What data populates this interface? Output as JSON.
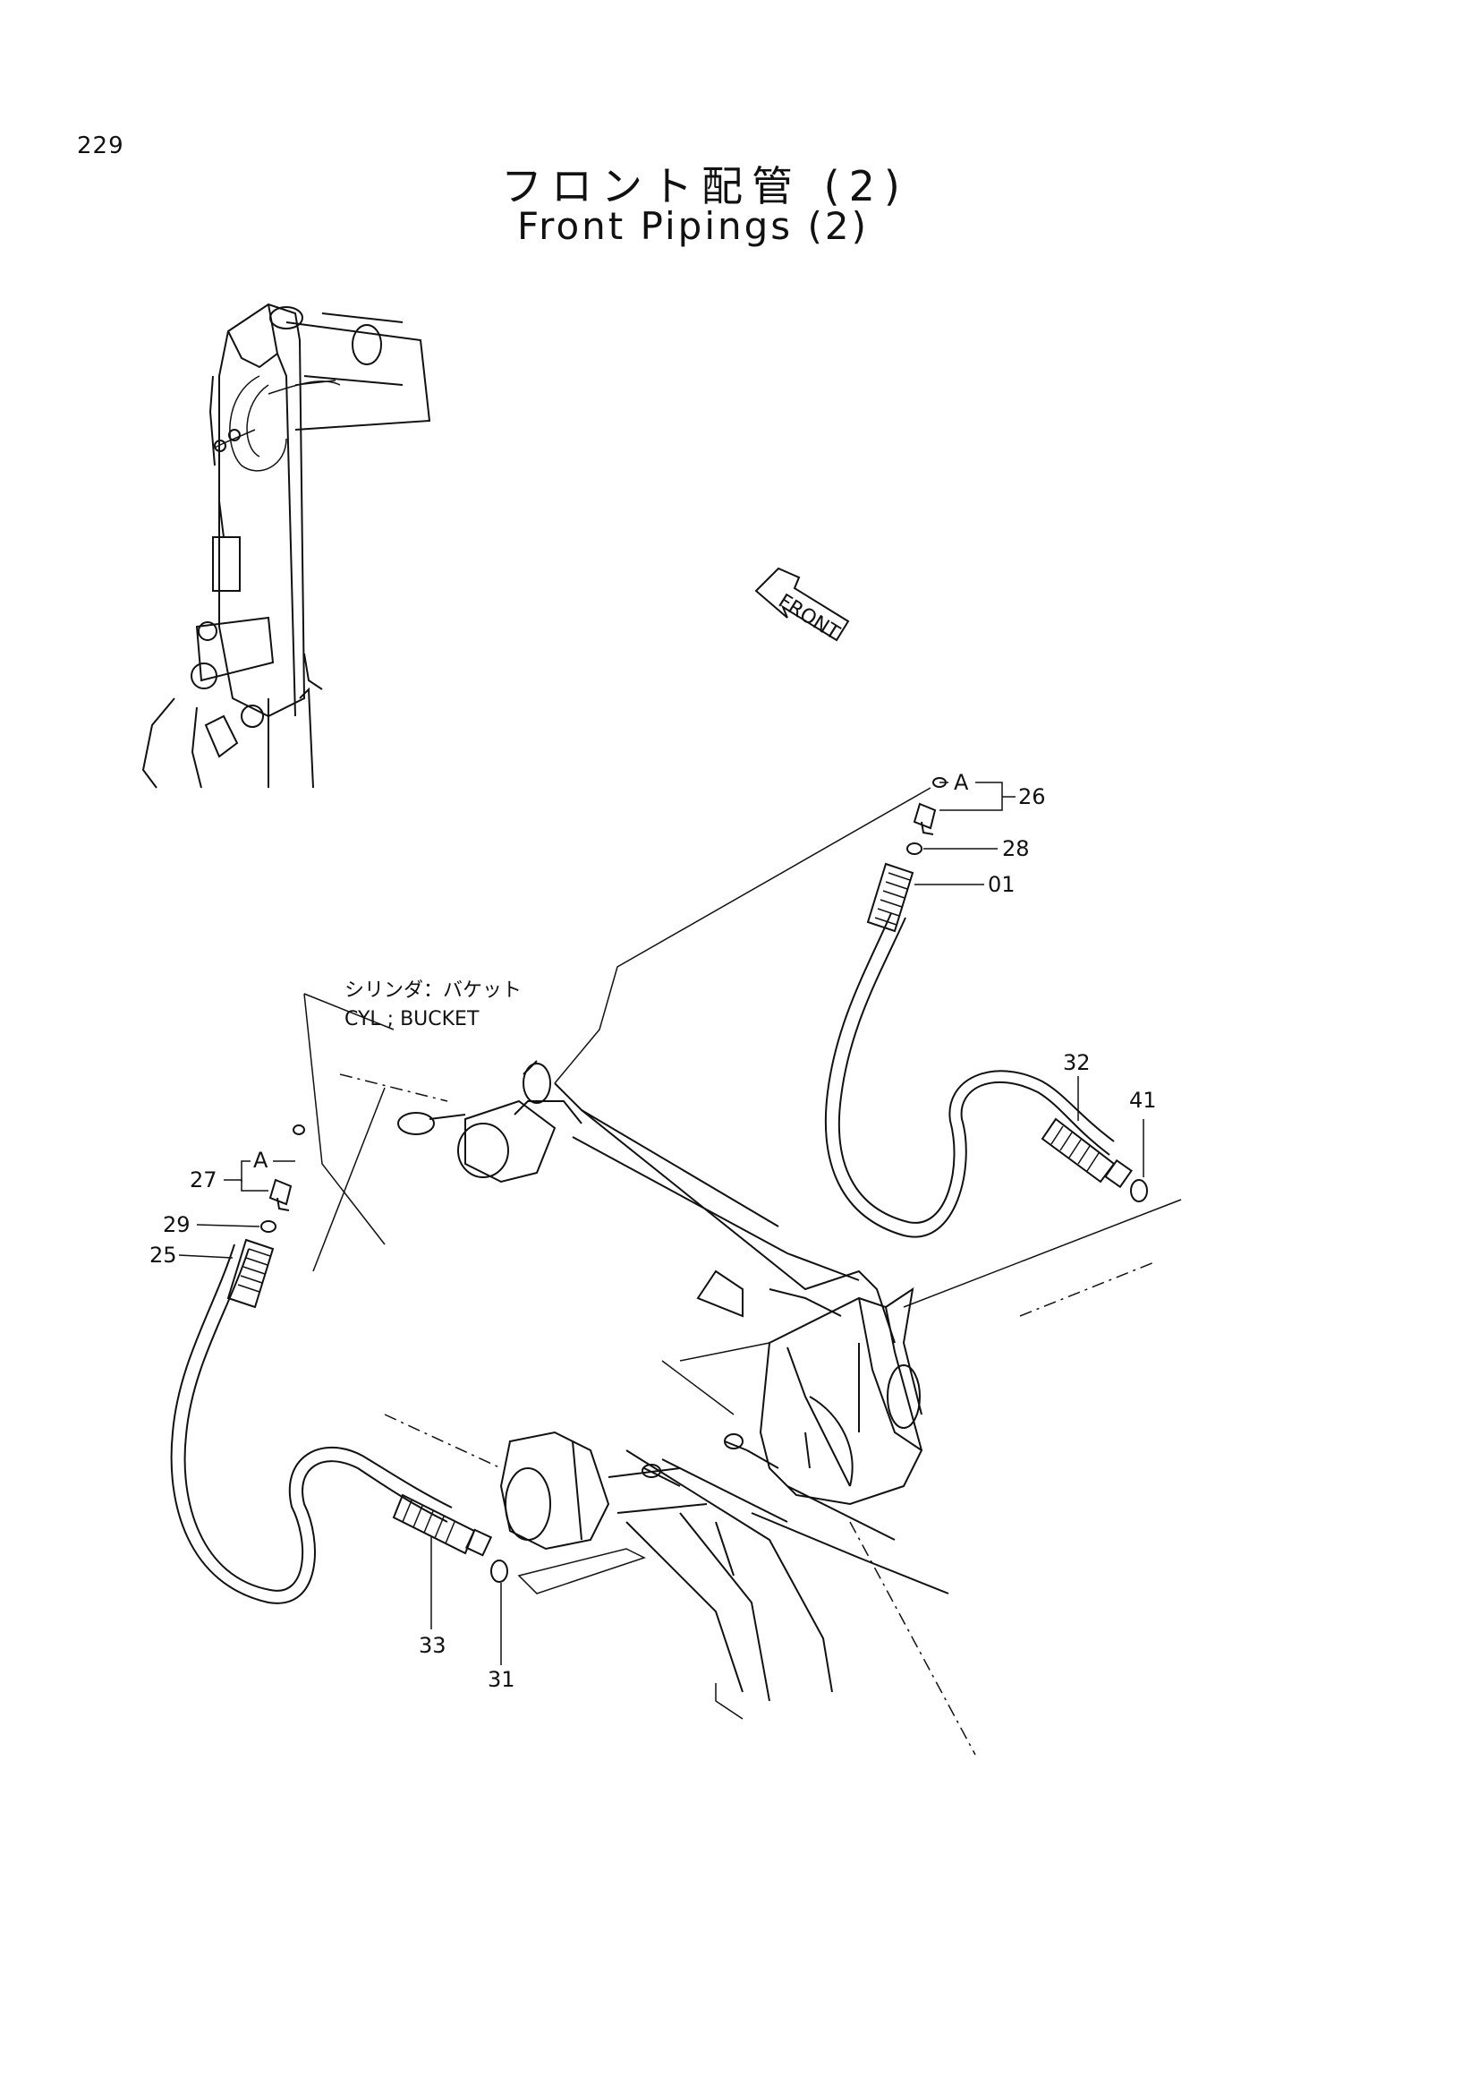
{
  "page_number": "229",
  "title_jp": "フロント配管 (2)",
  "title_en": "Front Pipings (2)",
  "front_arrow_label": "FRONT",
  "cylinder_label_jp": "シリンダ：バケット",
  "cylinder_label_en": "CYL ; BUCKET",
  "callouts": {
    "group_letter": "A",
    "p26": "26",
    "p28": "28",
    "p01": "01",
    "p32": "32",
    "p41": "41",
    "p27": "27",
    "p29": "29",
    "p25": "25",
    "p33": "33",
    "p31": "31"
  }
}
